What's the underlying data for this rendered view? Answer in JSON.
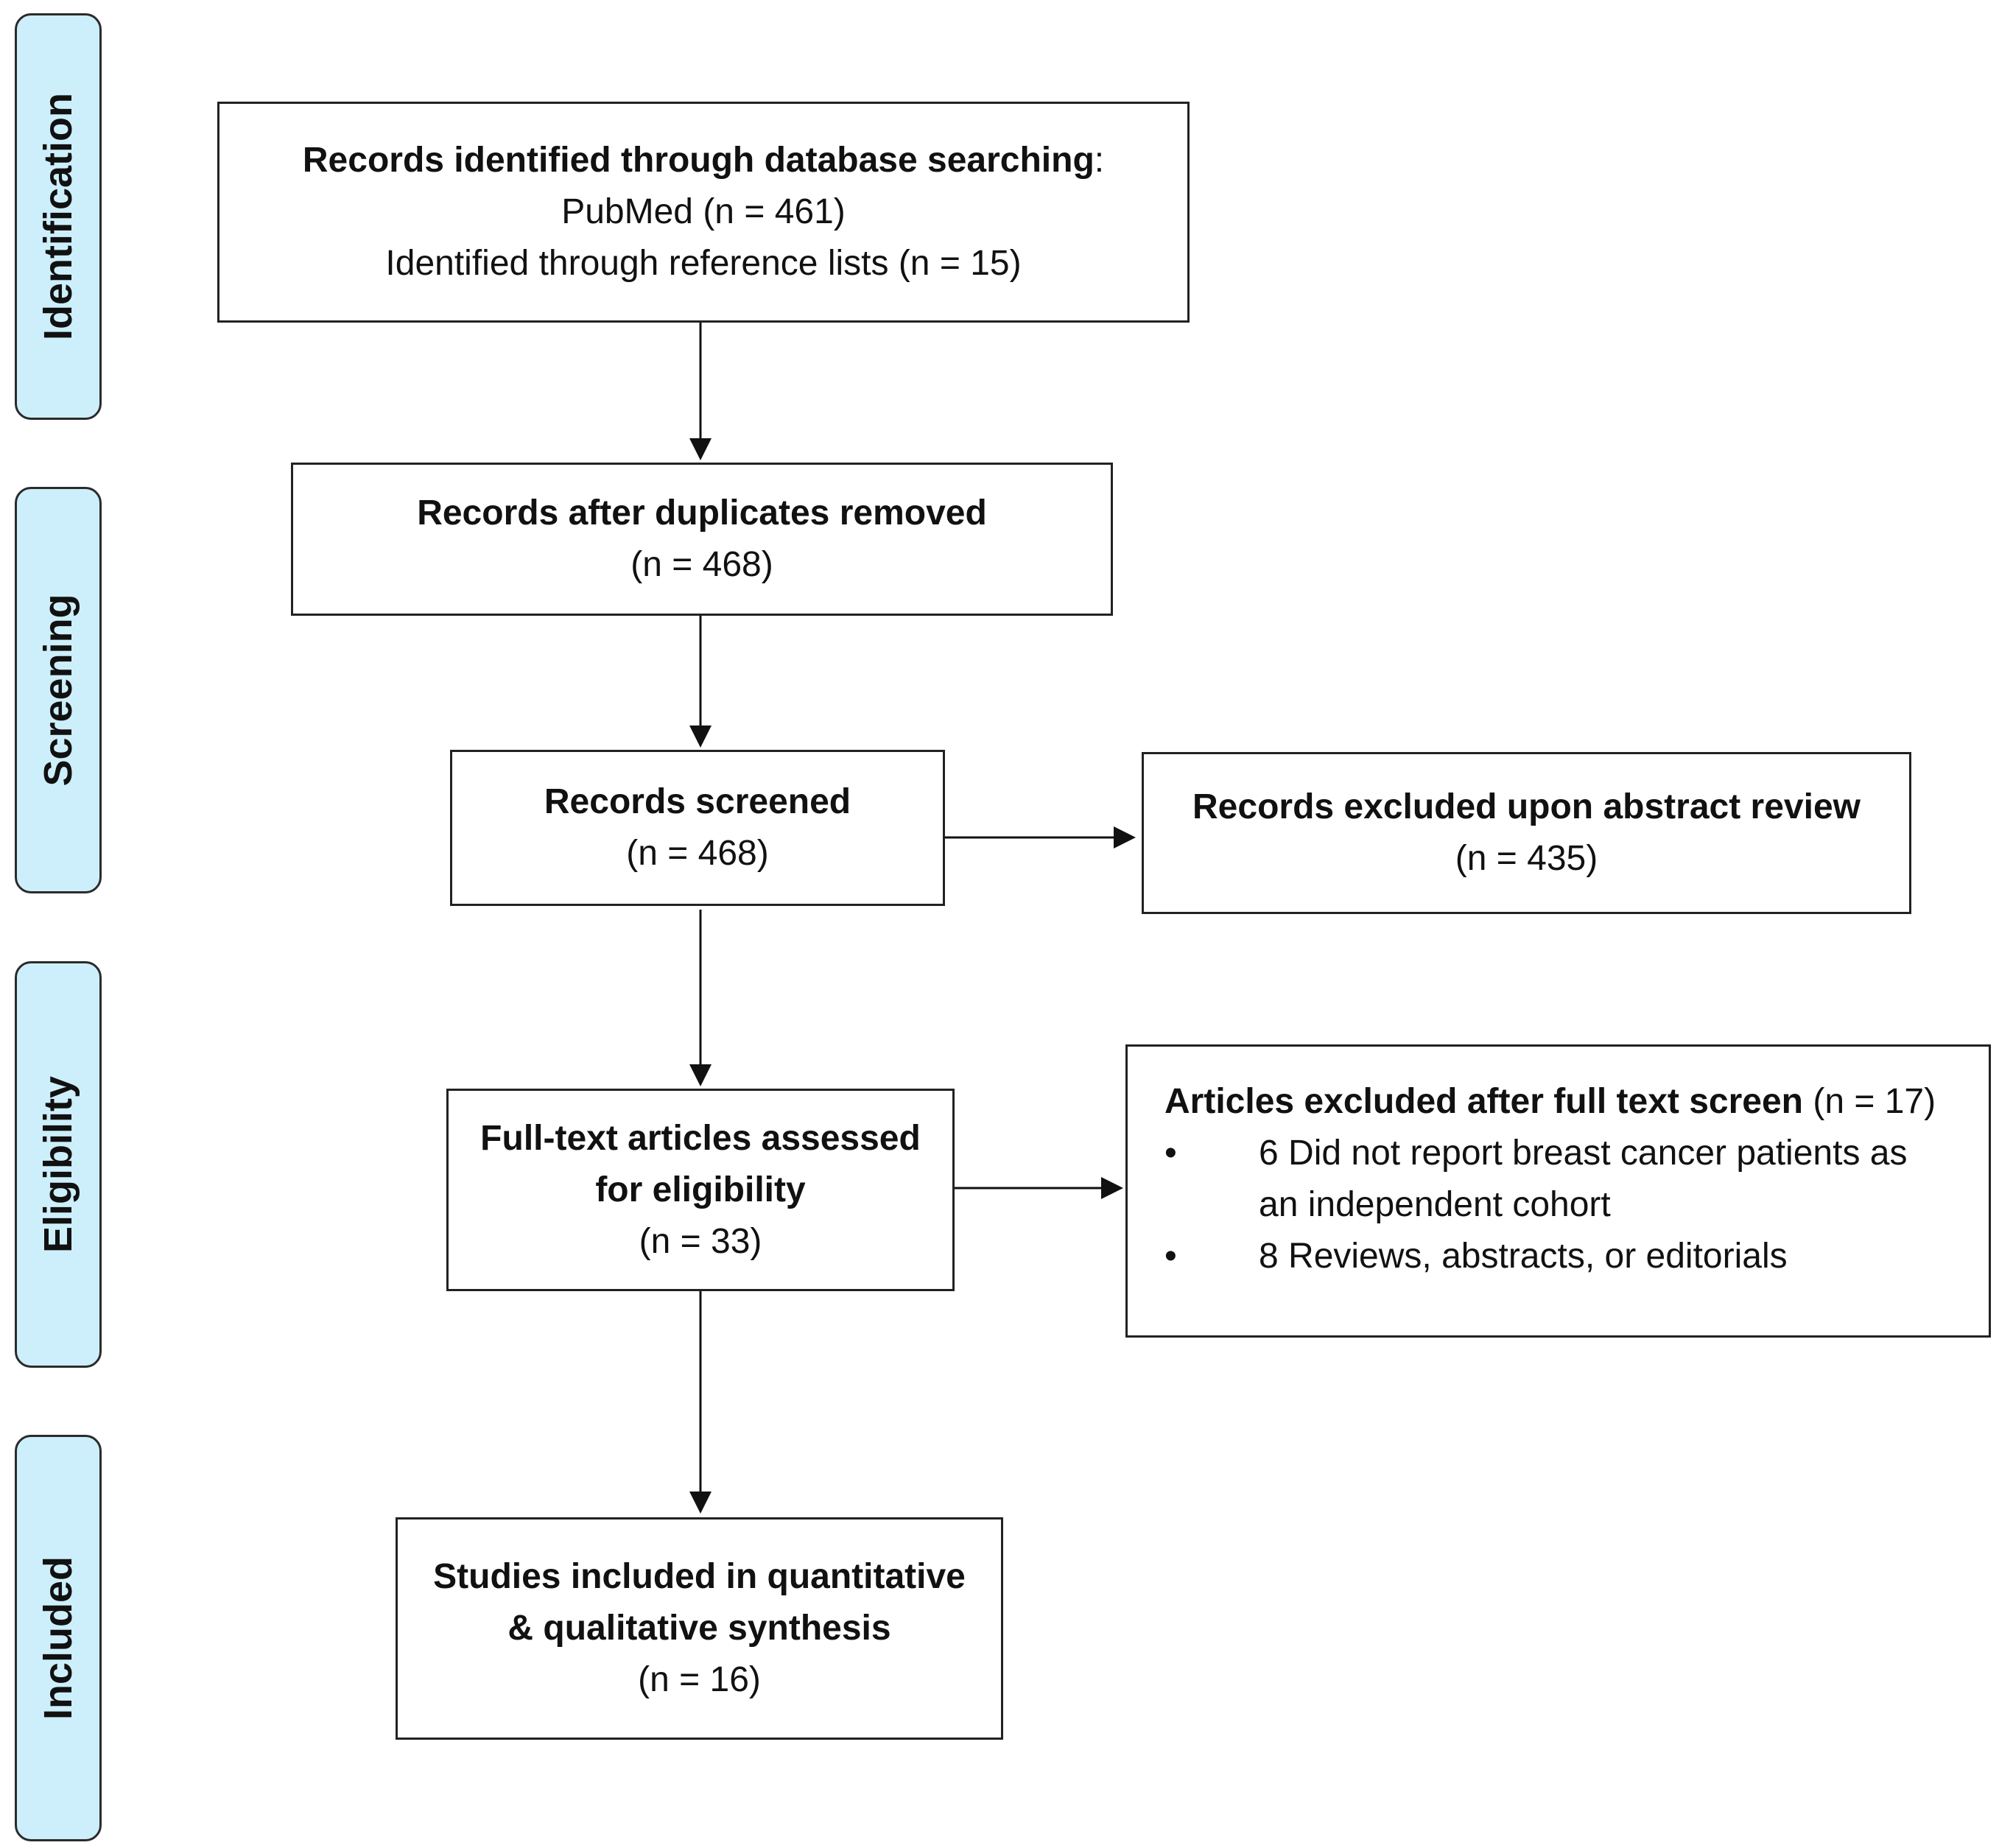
{
  "stages": {
    "identification": "Identification",
    "screening": "Screening",
    "eligibility": "Eligibility",
    "included": "Included"
  },
  "boxes": {
    "identified": {
      "title": "Records identified through database searching",
      "title_suffix": ":",
      "line1": "PubMed (n = 461)",
      "line2": "Identified through reference lists (n = 15)"
    },
    "dedup": {
      "title": "Records after duplicates removed",
      "count": "(n = 468)"
    },
    "screened": {
      "title": "Records screened",
      "count": "(n = 468)"
    },
    "excluded_abstract": {
      "title": "Records excluded upon abstract review",
      "count": "(n = 435)"
    },
    "fulltext": {
      "title_line1": "Full-text articles assessed",
      "title_line2": "for eligibility",
      "count": "(n = 33)"
    },
    "excluded_fulltext": {
      "title": "Articles excluded after full text screen",
      "count": " (n = 17)",
      "items": [
        "6 Did not report breast cancer patients as",
        "an independent cohort",
        "8 Reviews, abstracts, or editorials"
      ]
    },
    "included": {
      "title_line1": "Studies included in quantitative",
      "title_line2": "& qualitative synthesis",
      "count": "(n = 16)"
    }
  }
}
